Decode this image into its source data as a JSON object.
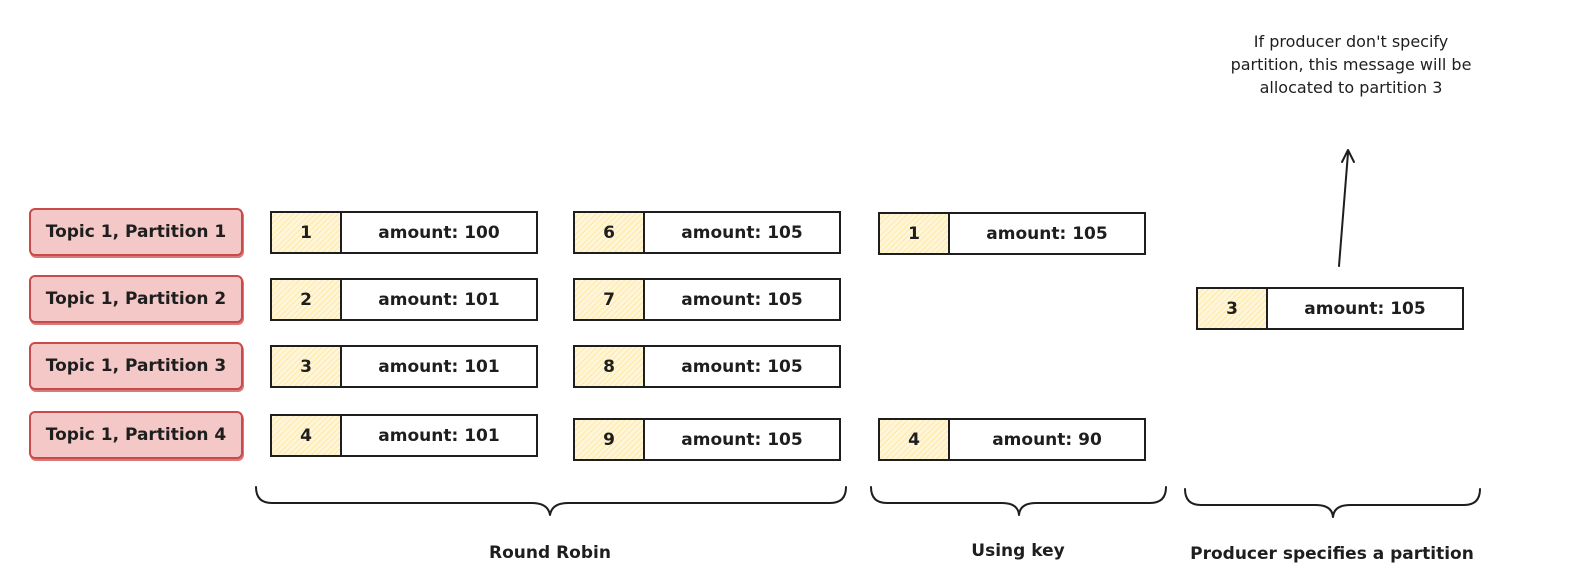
{
  "partitions": [
    "Topic 1, Partition 1",
    "Topic 1, Partition 2",
    "Topic 1, Partition 3",
    "Topic 1, Partition 4"
  ],
  "round_robin": {
    "label": "Round Robin",
    "messages": [
      {
        "index": "1",
        "text": "amount: 100"
      },
      {
        "index": "2",
        "text": "amount: 101"
      },
      {
        "index": "3",
        "text": "amount: 101"
      },
      {
        "index": "4",
        "text": "amount: 101"
      },
      {
        "index": "6",
        "text": "amount: 105"
      },
      {
        "index": "7",
        "text": "amount: 105"
      },
      {
        "index": "8",
        "text": "amount: 105"
      },
      {
        "index": "9",
        "text": "amount: 105"
      }
    ]
  },
  "using_key": {
    "label": "Using key",
    "messages": [
      {
        "index": "1",
        "text": "amount: 105"
      },
      {
        "index": "4",
        "text": "amount: 90"
      }
    ]
  },
  "producer_partition": {
    "label": "Producer specifies a partition",
    "message": {
      "index": "3",
      "text": "amount: 105"
    },
    "note": "If producer don't specify partition, this message will be allocated to partition 3"
  }
}
